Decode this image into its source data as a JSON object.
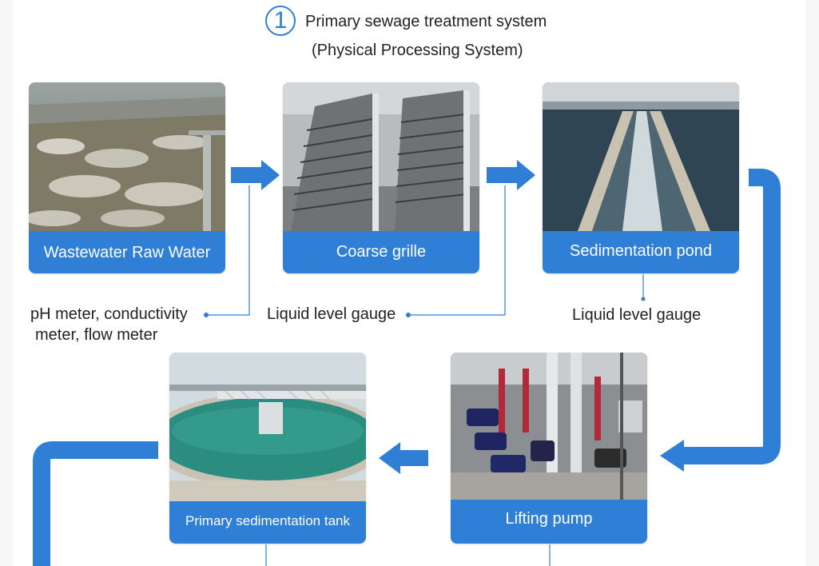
{
  "header": {
    "step_number": "1",
    "title_line1": "Primary sewage treatment system",
    "title_line2": "(Physical Processing System)"
  },
  "colors": {
    "accent_blue": "#2f7fd6",
    "connector_blue": "#2f7fd6",
    "label_text": "#ffffff"
  },
  "cards": [
    {
      "label": "Wastewater Raw Water"
    },
    {
      "label": "Coarse grille"
    },
    {
      "label": "Sedimentation pond"
    },
    {
      "label": "Lifting pump"
    },
    {
      "label": "Primary sedimentation tank"
    }
  ],
  "instruments": {
    "raw_water_line1": "pH meter, conductivity",
    "raw_water_line2": "meter, flow meter",
    "grille": "Liquid level gauge",
    "pond": "Liquid level gauge"
  }
}
